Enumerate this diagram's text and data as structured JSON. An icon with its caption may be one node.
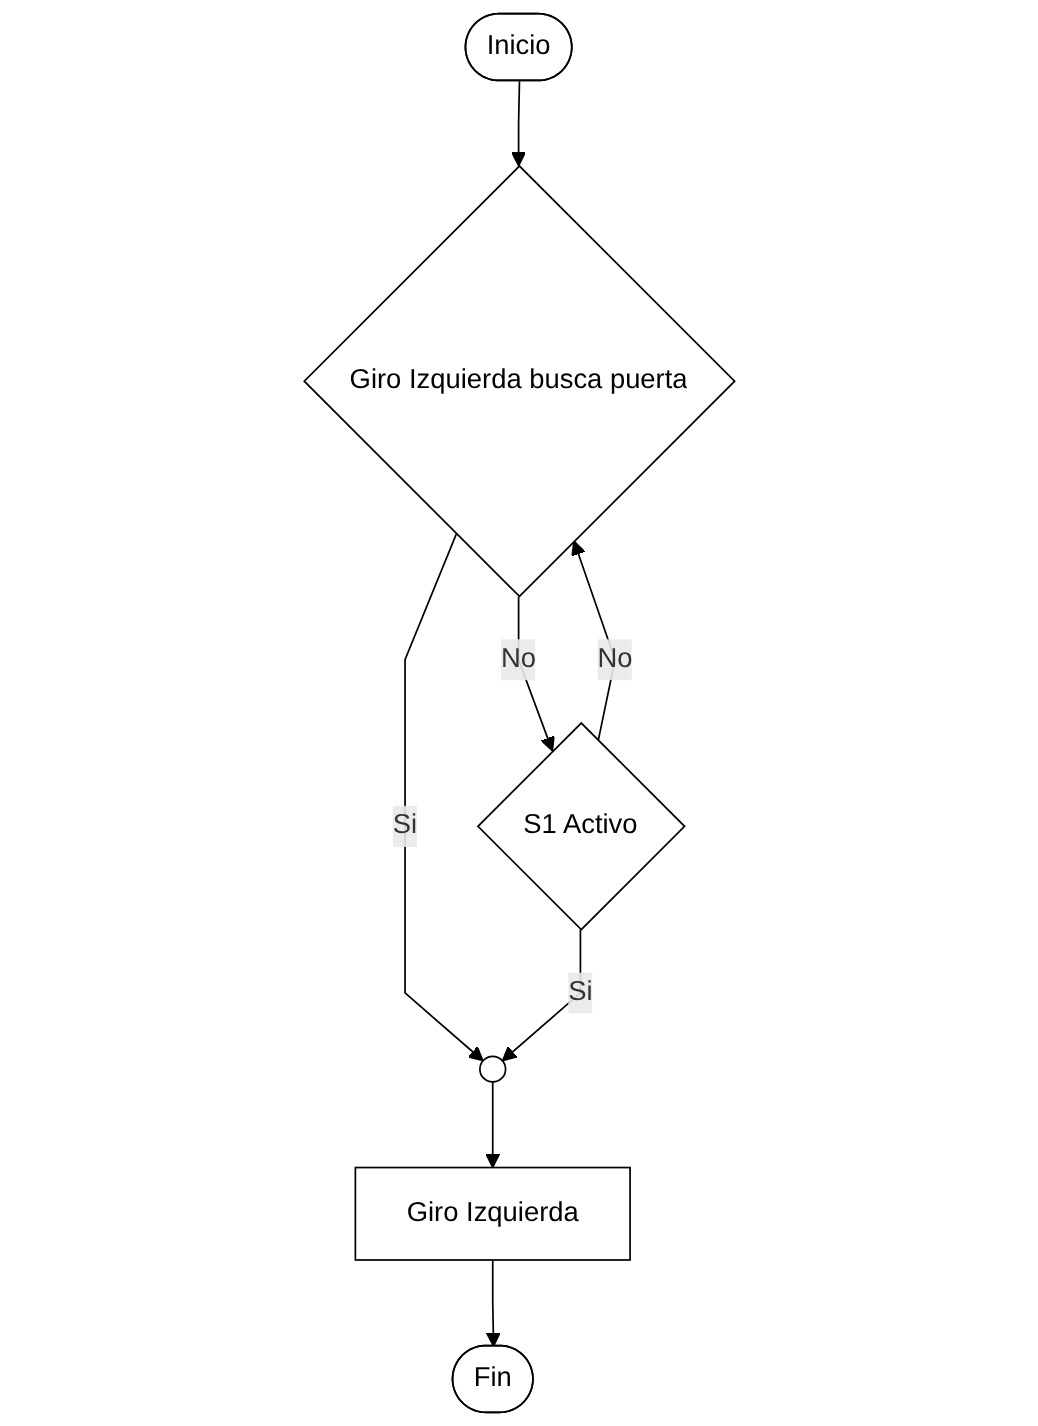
{
  "diagram": {
    "nodes": [
      {
        "text": [
          "Inicio"
        ]
      },
      {
        "text": [
          "Giro Izquierda busca puerta"
        ]
      },
      {
        "text": [
          "S1 Activo"
        ]
      },
      {
        "text": [],
        "shape": "circle"
      },
      {
        "text": [
          "Giro Izquierda"
        ]
      },
      {
        "text": [
          "Fin"
        ]
      }
    ],
    "edges": [
      {
        "from": 0,
        "to": 1,
        "arrow": "to"
      },
      {
        "from": 1,
        "to": 2,
        "arrow": "to",
        "label": "No"
      },
      {
        "from": 2,
        "to": 1,
        "arrow": "to",
        "label": "No"
      },
      {
        "from": 1,
        "to": 3,
        "arrow": "to",
        "label": "Si"
      },
      {
        "from": 2,
        "to": 3,
        "arrow": "to",
        "label": "Si"
      },
      {
        "from": 3,
        "to": 4,
        "arrow": "to"
      },
      {
        "from": 4,
        "to": 5,
        "arrow": "to"
      }
    ]
  }
}
